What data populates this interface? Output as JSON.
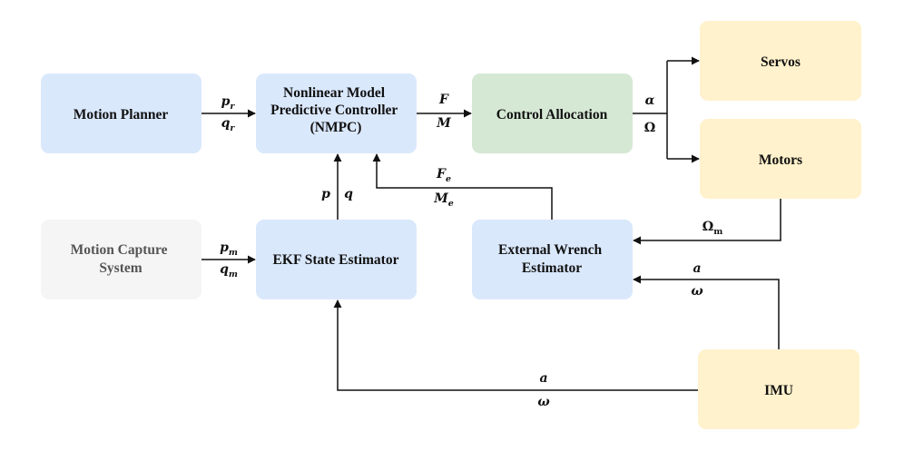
{
  "colors": {
    "blue": "#dae8fc",
    "green": "#d5e8d4",
    "yellow": "#fff2cc",
    "grey": "#f5f5f5",
    "line": "#111111"
  },
  "blocks": {
    "motion_planner": [
      "Motion Planner"
    ],
    "nmpc": [
      "Nonlinear Model",
      "Predictive Controller",
      "(NMPC)"
    ],
    "control_allocation": [
      "Control Allocation"
    ],
    "servos": [
      "Servos"
    ],
    "motors": [
      "Motors"
    ],
    "motion_capture": [
      "Motion Capture",
      "System"
    ],
    "ekf": [
      "EKF State Estimator"
    ],
    "wrench_estimator": [
      "External Wrench",
      "Estimator"
    ],
    "imu": [
      "IMU"
    ]
  },
  "signals": {
    "p_r": {
      "base": "p",
      "sub": "r"
    },
    "q_r": {
      "base": "q",
      "sub": "r"
    },
    "F": {
      "base": "F",
      "sub": ""
    },
    "M": {
      "base": "M",
      "sub": ""
    },
    "alpha": {
      "base": "α",
      "sub": ""
    },
    "Omega": {
      "base": "Ω",
      "sub": ""
    },
    "F_e": {
      "base": "F",
      "sub": "e"
    },
    "M_e": {
      "base": "M",
      "sub": "e"
    },
    "p": {
      "base": "p",
      "sub": ""
    },
    "q": {
      "base": "q",
      "sub": ""
    },
    "p_m": {
      "base": "p",
      "sub": "m"
    },
    "q_m": {
      "base": "q",
      "sub": "m"
    },
    "Omega_m": {
      "base": "Ω",
      "sub": "m"
    },
    "a_we": {
      "base": "a",
      "sub": ""
    },
    "omega_we": {
      "base": "ω",
      "sub": ""
    },
    "a_ekf": {
      "base": "a",
      "sub": ""
    },
    "omega_ekf": {
      "base": "ω",
      "sub": ""
    }
  }
}
